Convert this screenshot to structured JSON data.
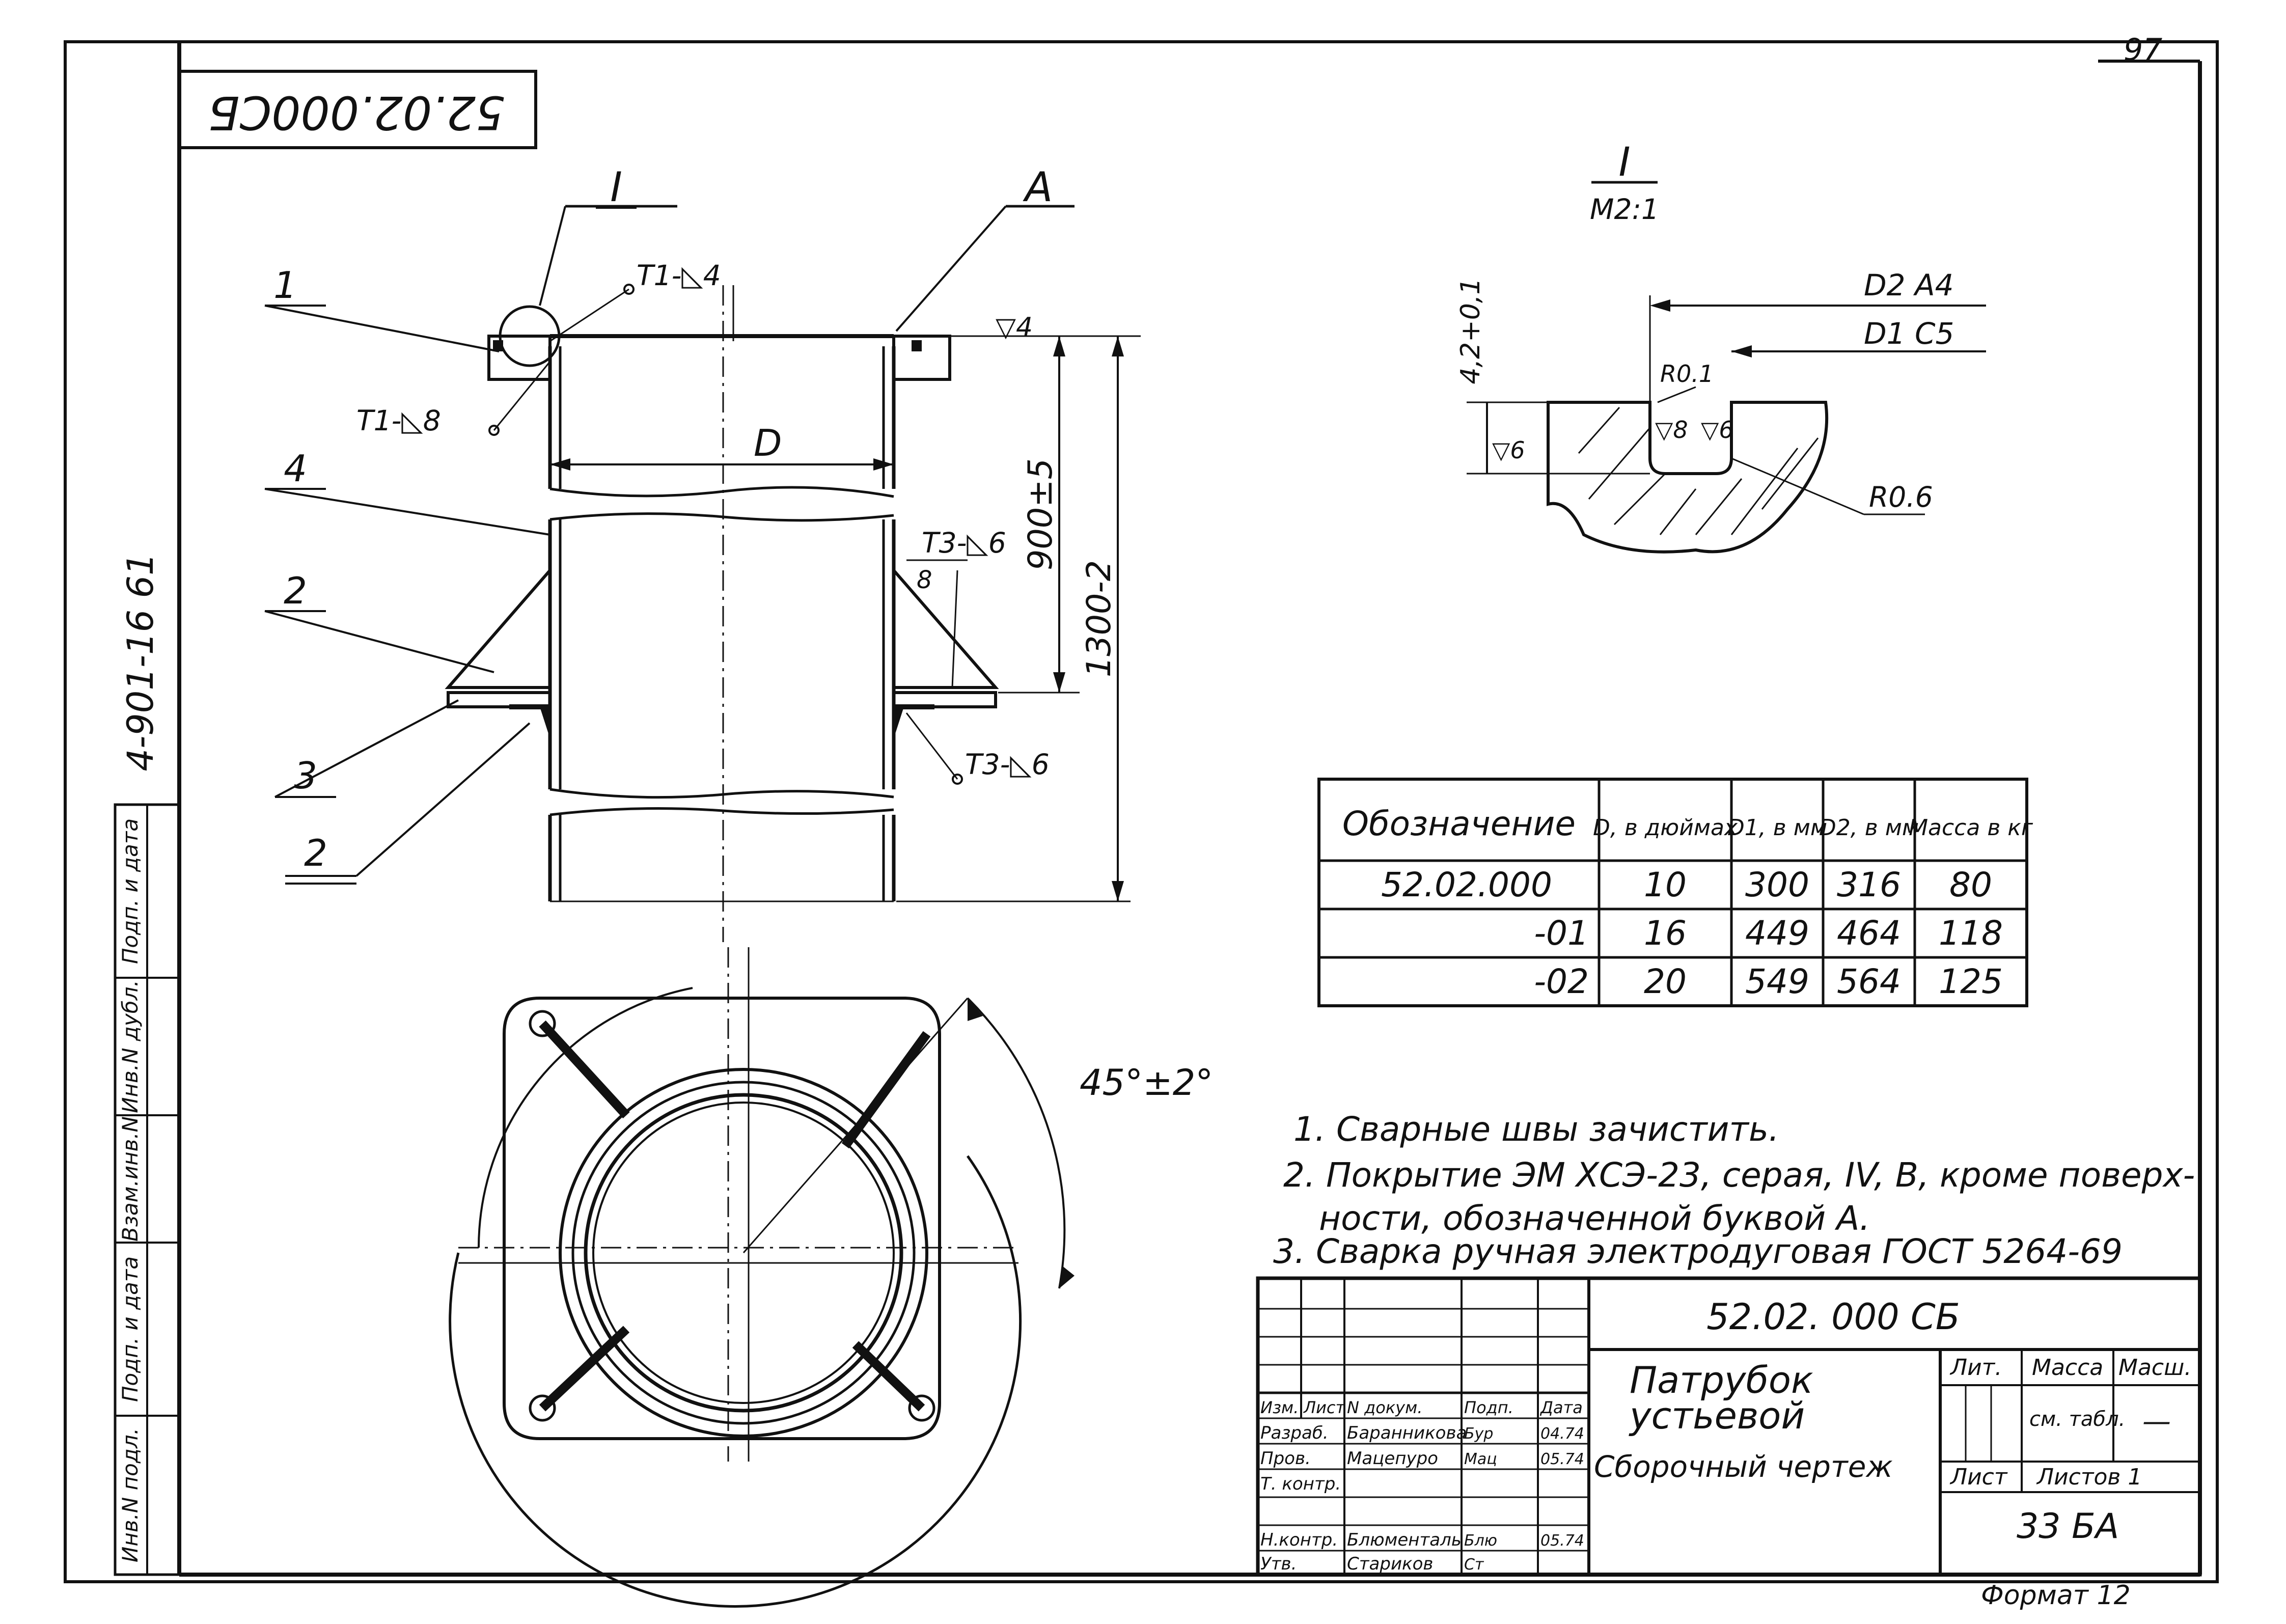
{
  "sheet": {
    "page_number": "97",
    "code_upside_down": "52.02.000СБ",
    "side_stamp": "4-901-16 61",
    "format_label": "Формат 12"
  },
  "drawing": {
    "callout_detail": "I",
    "callout_view": "A",
    "parts": [
      "1",
      "4",
      "2",
      "3",
      "2"
    ],
    "weld_labels": [
      "Т1-◺4",
      "Т1-◺8",
      "Т3-◺6",
      "Т3-◺6"
    ],
    "surface_mark": "▽4",
    "dimension_d": "D",
    "dim_900": "900±5",
    "dim_1300": "1300-2",
    "leg_8": "8",
    "angle": "45°±2°"
  },
  "detail": {
    "title": "I",
    "scale": "М2:1",
    "dim_height": "4,2+0,1",
    "d2_label": "D2 A4",
    "d1_label": "D1 C5",
    "r_small": "R0.1",
    "r_large": "R0.6",
    "surf_left": "▽6",
    "surf_a": "▽8",
    "surf_b": "▽6"
  },
  "table": {
    "headers": [
      "Обозначение",
      "D, в дюймах",
      "D1, в мм",
      "D2, в мм",
      "Масса в кг"
    ],
    "rows": [
      [
        "52.02.000",
        "10",
        "300",
        "316",
        "80"
      ],
      [
        "-01",
        "16",
        "449",
        "464",
        "118"
      ],
      [
        "-02",
        "20",
        "549",
        "564",
        "125"
      ]
    ]
  },
  "notes": [
    "1. Сварные швы зачистить.",
    "2. Покрытие ЭМ ХСЭ-23, серая, IV, В, кроме поверх-",
    "ности, обозначенной буквой А.",
    "3. Сварка ручная электродуговая ГОСТ 5264-69"
  ],
  "left_strip": [
    "Инв.N подл.",
    "Подп. и дата",
    "Взам.инв.N",
    "Инв.N дубл.",
    "Подп. и дата"
  ],
  "title_block": {
    "code": "52.02. 000 СБ",
    "name_line1": "Патрубок",
    "name_line2": "устьевой",
    "doc_type": "Сборочный чертеж",
    "col_headers": [
      "Изм.",
      "Лист",
      "N докум.",
      "Подп.",
      "Дата"
    ],
    "roles": [
      {
        "role": "Разраб.",
        "name": "Баранникова",
        "sign": "Бур",
        "date": "04.74"
      },
      {
        "role": "Пров.",
        "name": "Мацепуро",
        "sign": "Мац",
        "date": "05.74"
      },
      {
        "role": "Т. контр.",
        "name": "",
        "sign": "",
        "date": ""
      },
      {
        "role": "Н.контр.",
        "name": "Блюменталь",
        "sign": "Блю",
        "date": "05.74"
      },
      {
        "role": "Утв.",
        "name": "Стариков",
        "sign": "Ст",
        "date": ""
      }
    ],
    "lit_label": "Лит.",
    "mass_label": "Масса",
    "scale_label": "Масш.",
    "mass_value": "см. табл.",
    "scale_value": "—",
    "sheet_label": "Лист",
    "sheets_label": "Листов 1",
    "org": "33 БА"
  }
}
